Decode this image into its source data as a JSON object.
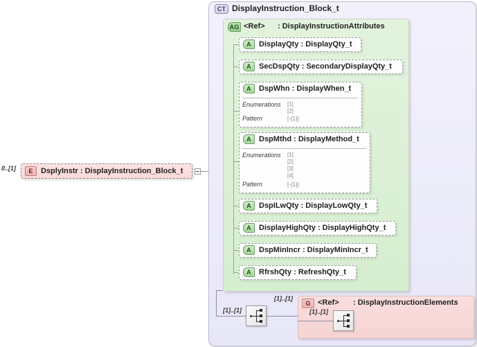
{
  "diagram": {
    "type": "xsd-schema-diagram",
    "root_element": {
      "badge": "E",
      "label": "DsplyInstr : DisplayInstruction_Block_t",
      "cardinality": "0..[1]",
      "expander": "collapse-toggle"
    },
    "complex_type": {
      "badge": "CT",
      "title": "DisplayInstruction_Block_t"
    },
    "attribute_group": {
      "badge": "AG",
      "ref": "<Ref>",
      "name": ": DisplayInstructionAttributes"
    },
    "attributes": [
      {
        "badge": "A",
        "label": "DisplayQty : DisplayQty_t"
      },
      {
        "badge": "A",
        "label": "SecDspQty : SecondaryDisplayQty_t"
      },
      {
        "badge": "A",
        "label": "DspWhn : DisplayWhen_t",
        "facets": {
          "enumerations_label": "Enumerations",
          "enumerations": [
            "[1]",
            "[2]"
          ],
          "pattern_label": "Pattern",
          "pattern": "[-{1}]"
        }
      },
      {
        "badge": "A",
        "label": "DspMthd : DisplayMethod_t",
        "facets": {
          "enumerations_label": "Enumerations",
          "enumerations": [
            "[1]",
            "[2]",
            "[3]",
            "[4]"
          ],
          "pattern_label": "Pattern",
          "pattern": "[-{1}]"
        }
      },
      {
        "badge": "A",
        "label": "DspILwQty : DisplayLowQty_t"
      },
      {
        "badge": "A",
        "label": "DisplayHighQty : DisplayHighQty_t"
      },
      {
        "badge": "A",
        "label": "DspMinIncr : DisplayMinIncr_t"
      },
      {
        "badge": "A",
        "label": "RfrshQty : RefreshQty_t"
      }
    ],
    "group_ref": {
      "badge": "G",
      "ref": "<Ref>",
      "name": ": DisplayInstructionElements",
      "cardinality": "[1]..[1]"
    },
    "sequences": [
      {
        "name": "outer-sequence",
        "cardinality": "[1]..[1]"
      },
      {
        "name": "inner-sequence",
        "cardinality": "[1]..[1]"
      }
    ],
    "colors": {
      "complex_type_bg": "#ebeaf8",
      "attribute_group_bg": "#dcf0d6",
      "group_ref_bg": "#f8d6d6",
      "element_bg": "#fbdcdc",
      "attribute_badge": "#a5dc9b",
      "line": "#8e8e9e"
    }
  }
}
